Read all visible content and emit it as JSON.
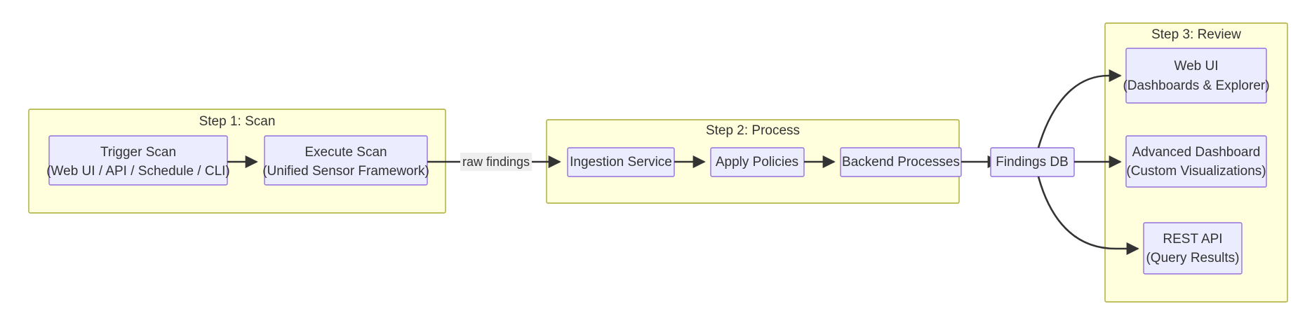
{
  "diagram": {
    "type": "flowchart",
    "direction": "left-to-right",
    "background_color": "#ffffff",
    "cluster_fill": "#ffffde",
    "cluster_stroke": "#aaaa33",
    "node_fill": "#ececff",
    "node_stroke": "#9370db",
    "edge_color": "#333333",
    "edge_label_bg": "#efefef",
    "clusters": [
      {
        "id": "step1",
        "label": "Step 1: Scan"
      },
      {
        "id": "step2",
        "label": "Step 2: Process"
      },
      {
        "id": "step3",
        "label": "Step 3: Review"
      }
    ],
    "nodes": [
      {
        "id": "trigger-scan",
        "line1": "Trigger Scan",
        "line2": "(Web UI / API / Schedule / CLI)",
        "cluster": "step1"
      },
      {
        "id": "execute-scan",
        "line1": "Execute Scan",
        "line2": "(Unified Sensor Framework)",
        "cluster": "step1"
      },
      {
        "id": "ingestion-service",
        "line1": "Ingestion Service",
        "line2": "",
        "cluster": "step2"
      },
      {
        "id": "apply-policies",
        "line1": "Apply Policies",
        "line2": "",
        "cluster": "step2"
      },
      {
        "id": "backend-processes",
        "line1": "Backend Processes",
        "line2": "",
        "cluster": "step2"
      },
      {
        "id": "findings-db",
        "line1": "Findings DB",
        "line2": "",
        "cluster": ""
      },
      {
        "id": "web-ui",
        "line1": "Web UI",
        "line2": "(Dashboards & Explorer)",
        "cluster": "step3"
      },
      {
        "id": "advanced-dashboard",
        "line1": "Advanced Dashboard",
        "line2": "(Custom Visualizations)",
        "cluster": "step3"
      },
      {
        "id": "rest-api",
        "line1": "REST API",
        "line2": "(Query Results)",
        "cluster": "step3"
      }
    ],
    "edges": [
      {
        "from": "trigger-scan",
        "to": "execute-scan",
        "label": ""
      },
      {
        "from": "execute-scan",
        "to": "ingestion-service",
        "label": "raw findings"
      },
      {
        "from": "ingestion-service",
        "to": "apply-policies",
        "label": ""
      },
      {
        "from": "apply-policies",
        "to": "backend-processes",
        "label": ""
      },
      {
        "from": "backend-processes",
        "to": "findings-db",
        "label": ""
      },
      {
        "from": "findings-db",
        "to": "web-ui",
        "label": ""
      },
      {
        "from": "findings-db",
        "to": "advanced-dashboard",
        "label": ""
      },
      {
        "from": "findings-db",
        "to": "rest-api",
        "label": ""
      }
    ]
  }
}
